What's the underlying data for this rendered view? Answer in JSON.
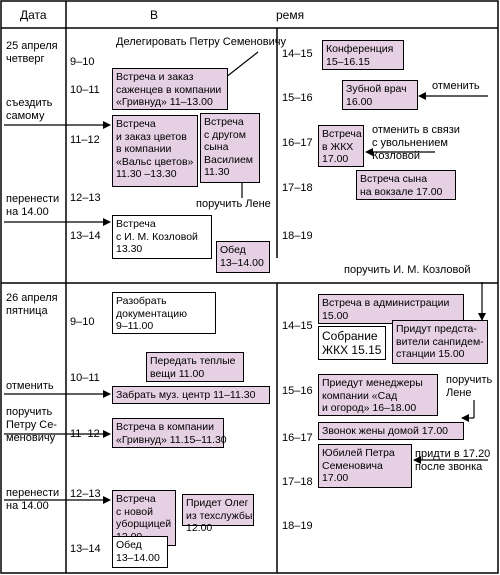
{
  "header": {
    "date_label": "Дата",
    "time_label_v": "В",
    "time_label_rest": "ремя"
  },
  "day1": {
    "date": "25 апреля\nчетверг",
    "notes": {
      "go_self": "съездить\nсамому",
      "move": "перенести\nна 14.00"
    },
    "hours_left": [
      "9–10",
      "10–11",
      "11–12",
      "12–13",
      "13–14"
    ],
    "hours_right": [
      "14–15",
      "15–16",
      "16–17",
      "17–18",
      "18–19"
    ],
    "annotations": {
      "delegate": "Делегировать Петру Семеновичу",
      "cancel": "отменить",
      "cancel_dismissal": "отменить в связи\nс увольнением\nКозловой",
      "assign_lena": "поручить Лене"
    },
    "boxes": {
      "seedlings": "Встреча и заказ\nсаженцев в компании\n«Гривнуд» 11–13.00",
      "flowers": "Встреча\nи заказ цветов\nв компании\n«Вальс цветов»\n11.30 –13.30",
      "son": "Встреча\nс другом\nсына\nВасилием\n11.30",
      "kozlova": "Встреча\nс И. М. Козловой\n13.30",
      "lunch": "Обед\n13–14.00",
      "conference": "Конференция\n15–16.15",
      "dentist": "Зубной врач\n16.00",
      "zhkk": "Встреча\nв ЖКХ\n17.00",
      "station": "Встреча сына\nна вокзале 17.00"
    }
  },
  "day2": {
    "date": "26 апреля\nпятница",
    "notes": {
      "cancel": "отменить",
      "assign_petr": "поручить\nПетру Се-\nменовичу",
      "move": "перенести\nна 14.00"
    },
    "hours_left": [
      "9–10",
      "10–11",
      "11–12",
      "12–13",
      "13–14"
    ],
    "hours_right": [
      "14–15",
      "15–16",
      "16–17",
      "17–18",
      "18–19"
    ],
    "annotations": {
      "assign_kozlova": "поручить И. М. Козловой",
      "assign_lena": "поручить\nЛене",
      "come_after_call": "придти в 17.20\nпосле звонка"
    },
    "boxes": {
      "docs": "Разобрать\nдокументацию\n9–11.00",
      "clothes": "Передать теплые\nвещи 11.00",
      "music": "Забрать муз. центр 11–11.30",
      "grivnud": "Встреча в компании\n«Гривнуд» 11.15–11.30",
      "cleaner": "Встреча\nс новой\nуборщицей\n12.00",
      "oleg": "Придет Олег\nиз техслужбы\n12.00",
      "lunch": "Обед\n13–14.00",
      "admin": "Встреча в администрации\n15.00",
      "meeting": "Собрание\nЖКХ 15.15",
      "sanepid": "Придут предста-\nвители санпидем-\nстанции 15.00",
      "managers": "Приедут менеджеры\nкомпании «Сад\nи огород» 16–18.00",
      "wife": "Звонок жены домой 17.00",
      "jubilee": "Юбилей Петра\nСеменовича\n17.00"
    }
  }
}
